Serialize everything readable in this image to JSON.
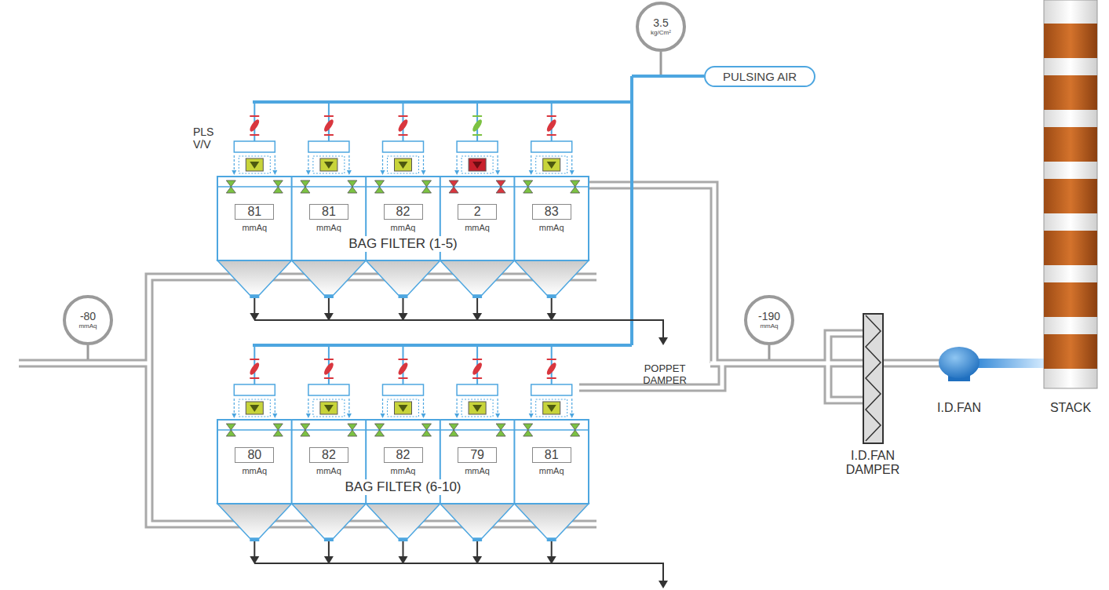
{
  "diagram": {
    "nodes": [
      {
        "text": [
          "3.5",
          "kg/Cm²"
        ]
      },
      {
        "text": [
          "PULSING AIR"
        ]
      },
      {
        "text": [
          "-80",
          "mmAq"
        ]
      },
      {
        "text": [
          "-190",
          "mmAq"
        ]
      },
      {
        "text": [
          "BAG FILTER (1-5)"
        ]
      },
      {
        "text": [
          "81",
          "mmAq"
        ],
        "in": 4
      },
      {
        "text": [
          "81",
          "mmAq"
        ],
        "in": 4
      },
      {
        "text": [
          "82",
          "mmAq"
        ],
        "in": 4
      },
      {
        "text": [
          "2",
          "mmAq"
        ],
        "in": 4
      },
      {
        "text": [
          "83",
          "mmAq"
        ],
        "in": 4
      },
      {
        "text": [
          "BAG FILTER (6-10)"
        ]
      },
      {
        "text": [
          "80",
          "mmAq"
        ],
        "in": 10
      },
      {
        "text": [
          "82",
          "mmAq"
        ],
        "in": 10
      },
      {
        "text": [
          "82",
          "mmAq"
        ],
        "in": 10
      },
      {
        "text": [
          "79",
          "mmAq"
        ],
        "in": 10
      },
      {
        "text": [
          "81",
          "mmAq"
        ],
        "in": 10
      }
    ],
    "labels": [
      "PLS V/V",
      "POPPET DAMPER",
      "I.D.FAN DAMPER",
      "I.D.FAN",
      "STACK"
    ]
  }
}
